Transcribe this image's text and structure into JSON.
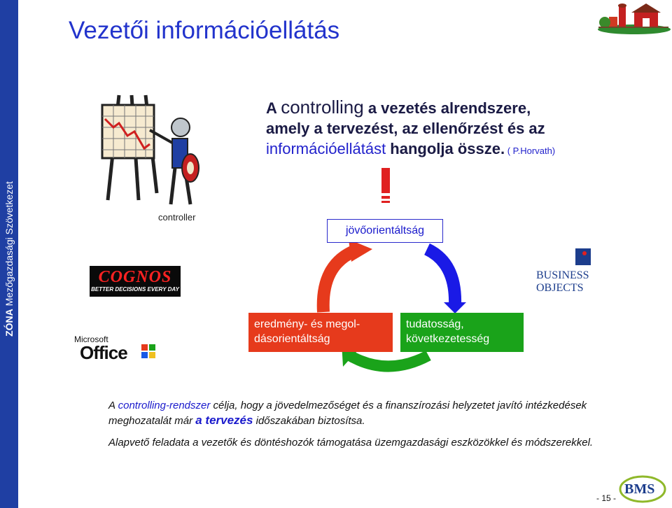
{
  "sidebar": {
    "bold_text": "ZÓNA",
    "text": "Mezőgazdasági Szövetkezet"
  },
  "title": "Vezetői információellátás",
  "headline": {
    "part_a": "A ",
    "controlling": "controlling",
    "part_b": " a vezetés alrendszere,",
    "line2": "amely a tervezést, az ellenőrzést és az",
    "info": "információellátást",
    "part_c": " hangolja össze.",
    "reference": " ( P.Horvath)"
  },
  "controller_label": "controller",
  "diagram": {
    "top_box": "jövőorientáltság",
    "left_box_line1": "eredmény- és megol-",
    "left_box_line2": "dásorientáltság",
    "right_box_line1": "tudatosság,",
    "right_box_line2": "következetesség"
  },
  "logos": {
    "cognos_word": "COGNOS",
    "cognos_tagline": "BETTER DECISIONS EVERY DAY",
    "microsoft_word": "Microsoft",
    "office_word": "Office",
    "business_objects": "BUSINESS OBJECTS",
    "bms": "BMS"
  },
  "body": {
    "p1_a": "A ",
    "p1_term": "controlling-rendszer",
    "p1_b": " célja, hogy a jövedelmezőséget és a finanszírozási helyzetet javító intézkedések meghozatalát már ",
    "p1_highlight": "a tervezés",
    "p1_c": " időszakában biztosítsa.",
    "p2": "Alapvető feladata a vezetők és döntéshozók támogatása üzemgazdasági eszközökkel és módszerekkel."
  },
  "page_number": "- 15 -",
  "colors": {
    "band": "#1f3fa3",
    "title": "#2233cc",
    "red": "#e63a1c",
    "green": "#1aa31a",
    "blue_arrow": "#1a1ae6"
  }
}
